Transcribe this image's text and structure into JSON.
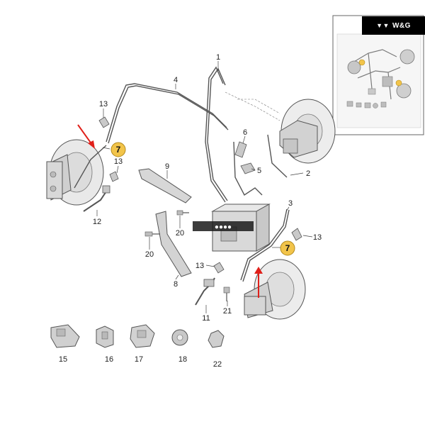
{
  "brand": {
    "mark_glyph": "▼▼",
    "text": "W&G"
  },
  "colors": {
    "line": "#555555",
    "parts": "#8a8a8a",
    "badge_fill": "#f2c44a",
    "arrow": "#e0201a",
    "watermark": "#1a1a1a"
  },
  "callouts": {
    "p1": "1",
    "p2": "2",
    "p3": "3",
    "p4": "4",
    "p5": "5",
    "p6": "6",
    "p7a": "7",
    "p7b": "7",
    "p8": "8",
    "p9": "9",
    "p11": "11",
    "p12": "12",
    "p13a": "13",
    "p13b": "13",
    "p13c": "13",
    "p13d": "13",
    "p15": "15",
    "p16": "16",
    "p17": "17",
    "p18": "18",
    "p20a": "20",
    "p20b": "20",
    "p21": "21",
    "p22": "22"
  },
  "icons": {
    "overview": "vehicle-overview-inset",
    "pointer": "red-arrow-icon"
  }
}
